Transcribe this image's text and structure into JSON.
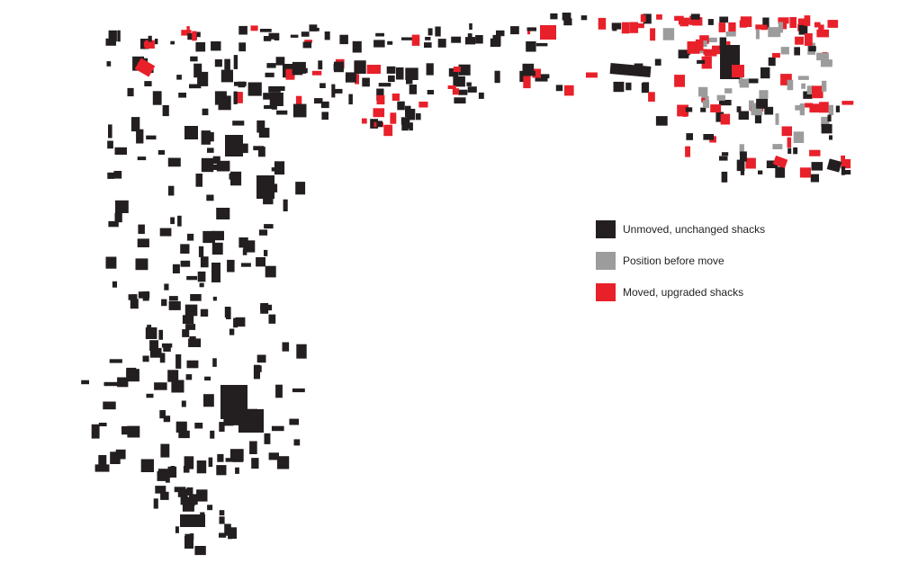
{
  "map": {
    "colors": {
      "unmoved": "#231f20",
      "before_move": "#9c9c9c",
      "moved": "#e8202a"
    }
  },
  "legend": {
    "items": [
      {
        "key": "unmoved",
        "label": "Unmoved, unchanged shacks",
        "color": "#231f20"
      },
      {
        "key": "before_move",
        "label": "Position before move",
        "color": "#9c9c9c"
      },
      {
        "key": "moved",
        "label": "Moved, upgraded shacks",
        "color": "#e8202a"
      }
    ]
  }
}
